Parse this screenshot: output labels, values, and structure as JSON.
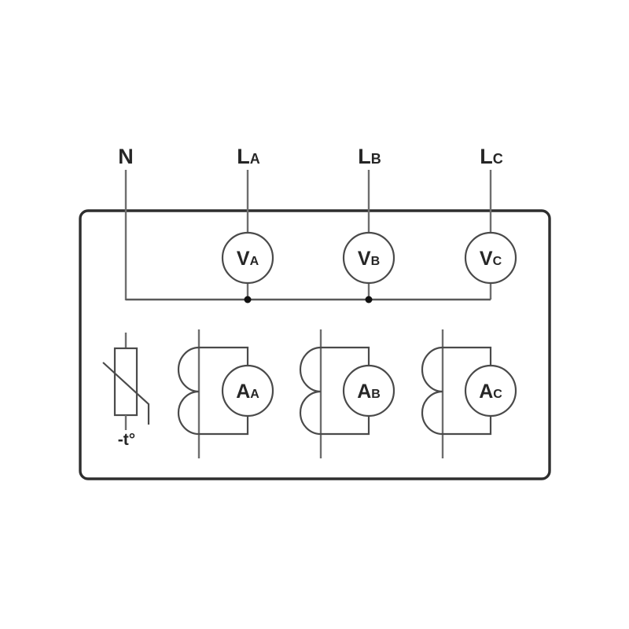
{
  "diagram": {
    "title": "three-phase-meter-wiring-diagram",
    "terminals": [
      {
        "main": "N",
        "sub": ""
      },
      {
        "main": "L",
        "sub": "A"
      },
      {
        "main": "L",
        "sub": "B"
      },
      {
        "main": "L",
        "sub": "C"
      }
    ],
    "voltmeters": [
      {
        "main": "V",
        "sub": "A"
      },
      {
        "main": "V",
        "sub": "B"
      },
      {
        "main": "V",
        "sub": "C"
      }
    ],
    "ammeters": [
      {
        "main": "A",
        "sub": "A"
      },
      {
        "main": "A",
        "sub": "B"
      },
      {
        "main": "A",
        "sub": "C"
      }
    ],
    "thermistor_label": "-t°",
    "colors": {
      "line": "#6e6e6e",
      "outline": "#4a4a4a",
      "box": "#2e2e2e",
      "text": "#262626",
      "dot": "#111111",
      "background": "#ffffff"
    }
  }
}
